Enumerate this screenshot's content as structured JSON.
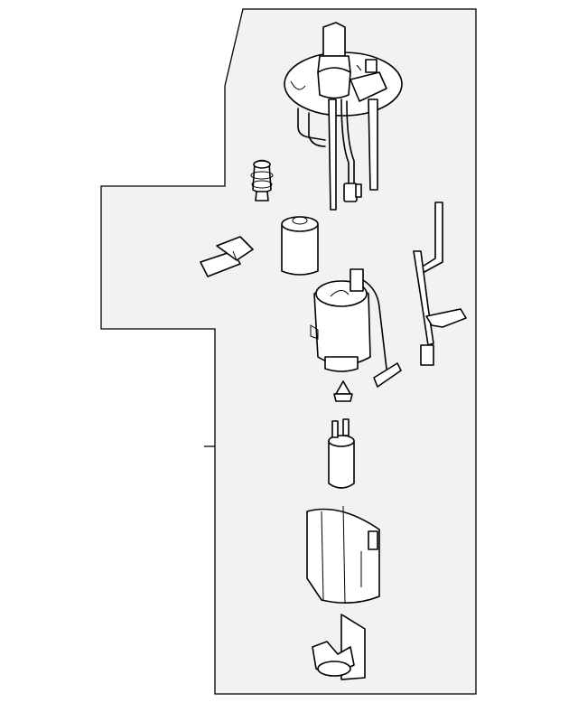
{
  "diagram": {
    "type": "exploded-parts-diagram",
    "subject": "fuel-pump-assembly",
    "colors": {
      "background": "#ffffff",
      "panel": "#f2f2f2",
      "line": "#000000",
      "part_fill": "#ffffff"
    },
    "parts": [
      {
        "name": "sender-flange-top-cap"
      },
      {
        "name": "wiring-harness-upper"
      },
      {
        "name": "grommet-cushion"
      },
      {
        "name": "fuel-filter-canister"
      },
      {
        "name": "connector-clip"
      },
      {
        "name": "fuel-pump-module"
      },
      {
        "name": "fuel-level-sender-wire"
      },
      {
        "name": "fuel-strainer-cap"
      },
      {
        "name": "fuel-pump-motor"
      },
      {
        "name": "fuel-reservoir-cup"
      },
      {
        "name": "bottom-bracket-strainer"
      }
    ]
  }
}
